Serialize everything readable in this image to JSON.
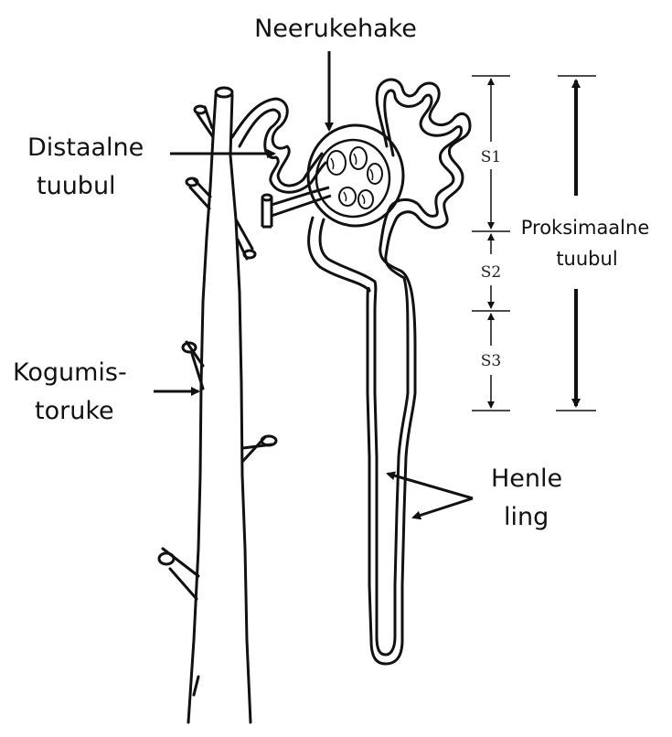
{
  "labels": {
    "glomerulus": "Neerukehake",
    "distal_line1": "Distaalne",
    "distal_line2": "tuubul",
    "collecting_line1": "Kogumis-",
    "collecting_line2": "toruke",
    "proximal_line1": "Proksimaalne",
    "proximal_line2": "tuubul",
    "henle_line1": "Henle",
    "henle_line2": "ling"
  },
  "segments": {
    "s1": "S1",
    "s2": "S2",
    "s3": "S3"
  },
  "colors": {
    "line": "#111111",
    "background": "#ffffff"
  }
}
